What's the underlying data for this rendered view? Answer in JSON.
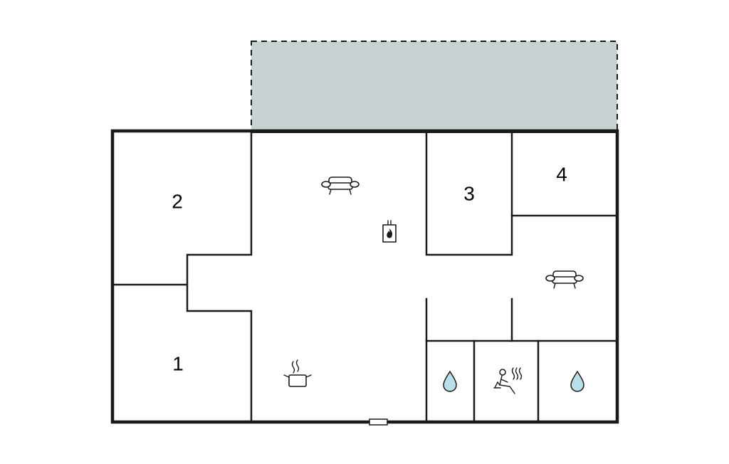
{
  "plan": {
    "colors": {
      "terrace_fill": "#c8d2d3",
      "water_fill": "#b9e0e8",
      "wall": "#1a1a1a"
    },
    "rooms": [
      {
        "id": "room-1",
        "label": "1"
      },
      {
        "id": "room-2",
        "label": "2"
      },
      {
        "id": "room-3",
        "label": "3"
      },
      {
        "id": "room-4",
        "label": "4"
      }
    ],
    "icons": [
      "sofa-icon",
      "fireplace-icon",
      "kitchen-pot-icon",
      "water-drop-icon",
      "sauna-icon"
    ]
  }
}
